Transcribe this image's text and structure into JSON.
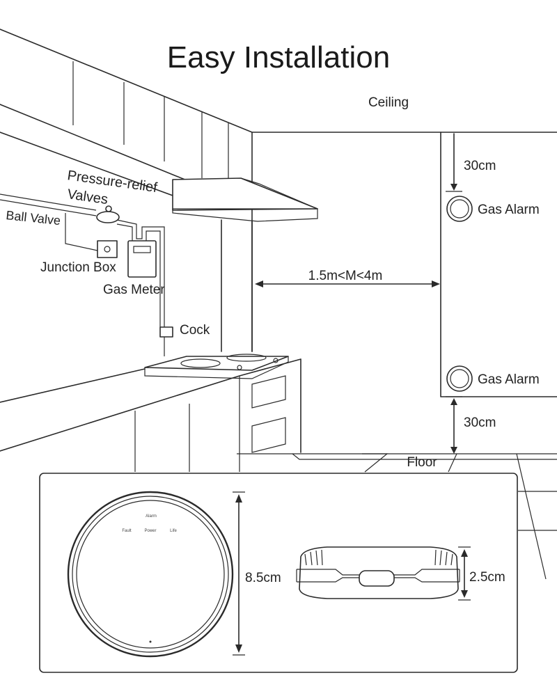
{
  "title": "Easy Installation",
  "labels": {
    "ceiling": "Ceiling",
    "floor": "Floor",
    "pressure_relief_line1": "Pressure-relief",
    "pressure_relief_line2": "Valves",
    "ball_valve": "Ball Valve",
    "junction_box": "Junction Box",
    "gas_meter": "Gas Meter",
    "cock": "Cock",
    "distance_range": "1.5m<M<4m",
    "gas_alarm_top": "Gas Alarm",
    "gas_alarm_bottom": "Gas Alarm",
    "offset_top": "30cm",
    "offset_bottom": "30cm"
  },
  "device": {
    "diameter": "8.5cm",
    "height": "2.5cm",
    "indicators": {
      "alarm": "Alarm",
      "fault": "Fault",
      "power": "Power",
      "life": "Life"
    }
  }
}
